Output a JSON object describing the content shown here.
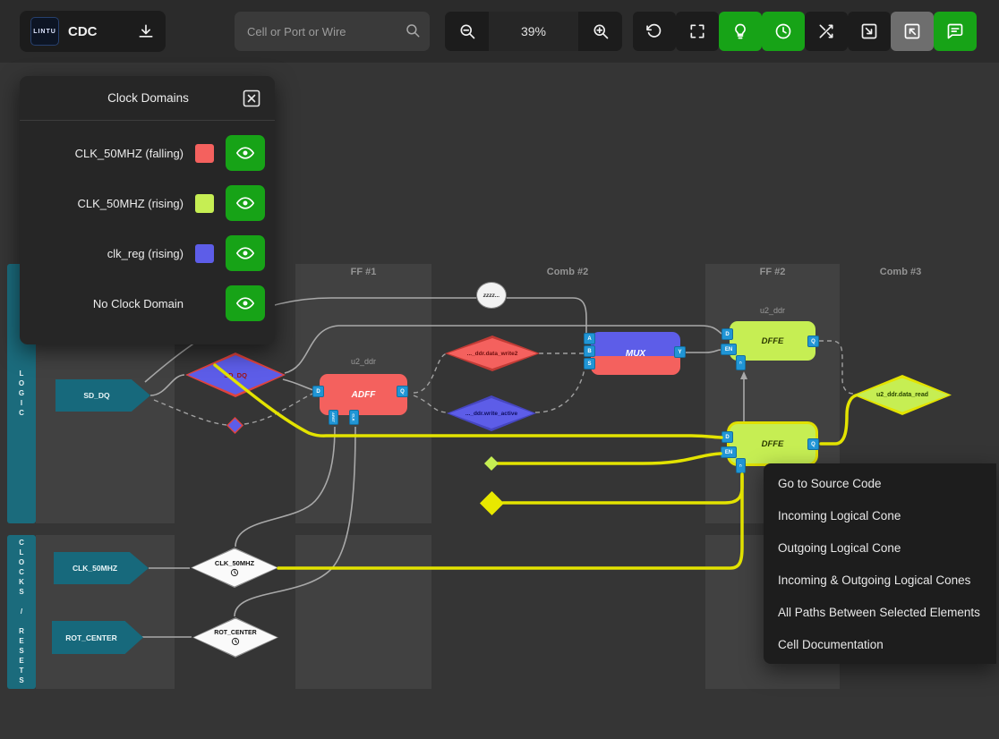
{
  "toolbar": {
    "logo_text": "LINTU",
    "app_name": "CDC",
    "search_placeholder": "Cell or Port or Wire",
    "zoom_level": "39%"
  },
  "clock_domains_panel": {
    "title": "Clock Domains",
    "items": [
      {
        "label": "CLK_50MHZ (falling)",
        "swatch": "#f4615e"
      },
      {
        "label": "CLK_50MHZ (rising)",
        "swatch": "#c6ee53"
      },
      {
        "label": "clk_reg (rising)",
        "swatch": "#5d5de8"
      },
      {
        "label": "No Clock Domain",
        "swatch": ""
      }
    ]
  },
  "canvas": {
    "columns": [
      "FF #1",
      "Comb #2",
      "FF #2",
      "Comb #3"
    ],
    "lanes": [
      "LOGIC",
      "CLOCKS / RESETS"
    ],
    "groups": {
      "ff1": "u2_ddr",
      "ff2": "u2_ddr"
    },
    "nodes": {
      "sd_dq_port": "SD_DQ",
      "sd_dq_net": "SD_DQ",
      "adff": "ADFF",
      "sleep_badge": "zzzz...",
      "data_write2_net": "..._ddr.data_write2",
      "write_active_net": "..._ddr.write_active",
      "mux": "MUX",
      "dffe1": "DFFE",
      "dffe2": "DFFE",
      "data_read_net": "u2_ddr.data_read",
      "clk_50mhz_port": "CLK_50MHZ",
      "clk_50mhz_net": "CLK_50MHZ",
      "rot_center_port": "ROT_CENTER",
      "rot_center_net": "ROT_CENTER"
    },
    "pins": {
      "d": "D",
      "en": "EN",
      "q": "Q",
      "c": "C",
      "a": "A",
      "b": "B",
      "s": "S",
      "y": "Y",
      "arst": "ARST",
      "clk": "CLK"
    }
  },
  "context_menu": {
    "items": [
      "Go to Source Code",
      "Incoming Logical Cone",
      "Outgoing Logical Cone",
      "Incoming & Outgoing Logical Cones",
      "All Paths Between Selected Elements",
      "Cell Documentation"
    ]
  },
  "colors": {
    "accent_green": "#17a317",
    "highlight_yellow": "#e3e300",
    "falling_red": "#f4615e",
    "rising_green": "#c6ee53",
    "clk_reg_blue": "#5d5de8",
    "port_teal": "#17697c",
    "pin_blue": "#2095d5"
  }
}
